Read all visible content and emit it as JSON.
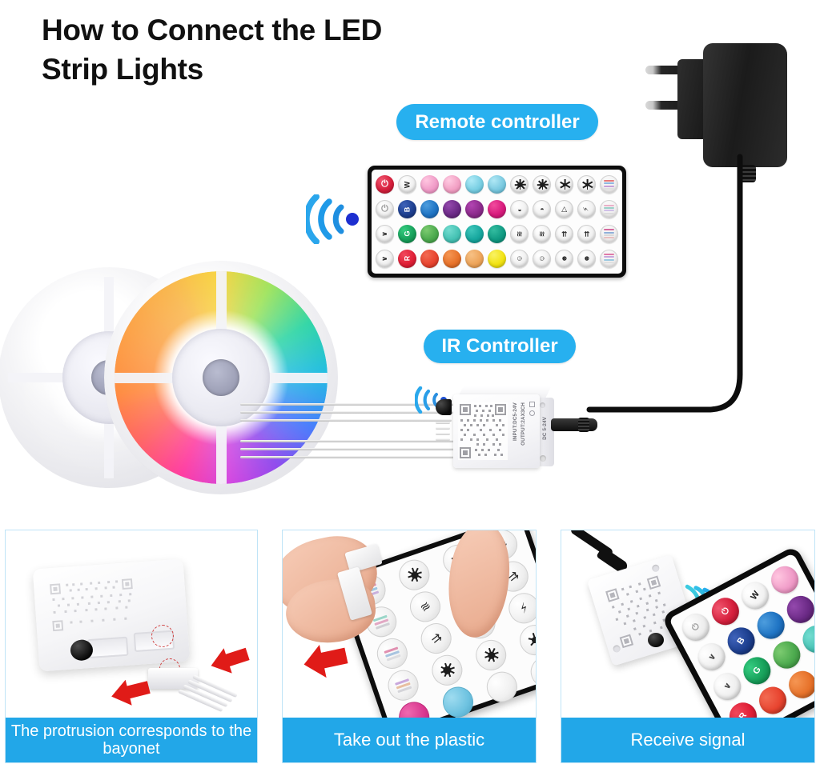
{
  "page": {
    "title_line1": "How to Connect the LED",
    "title_line2": "Strip Lights",
    "background": "#ffffff",
    "accent_blue": "#27b0ef",
    "caption_blue": "#22a7e8"
  },
  "labels": {
    "remote_controller": "Remote controller",
    "ir_controller": "IR Controller"
  },
  "ir_controller_box": {
    "input_text": "INPUT:DC5-24V",
    "output_text": "OUTPUT:2AX3CH",
    "jack_text": "DC 5-24V",
    "receiver_icon": "ir-receiver-dome-icon",
    "qr_icon": "qr-code-icon"
  },
  "power_adapter": {
    "icon": "eu-power-plug-icon",
    "color": "#1b1b1b"
  },
  "led_reels": [
    {
      "name": "reel-left"
    },
    {
      "name": "reel-right"
    }
  ],
  "signal_icons": {
    "remote_signal": "wifi-signal-waves-icon",
    "ir_signal": "ir-signal-waves-icon",
    "signal_color": "#1d7ee8",
    "ir_signal_color": "#27b0ef"
  },
  "remote": {
    "rows": 4,
    "cols": 11,
    "colors": [
      [
        "#d61f3c",
        "#ffffff",
        "#f09cc8",
        "#f2a0c4",
        "#79cfe3",
        "#7ac9e0",
        "fn-bright-up",
        "fn-bright-up2",
        "fn-bright-dn",
        "fn-bright-dn2",
        "mode-a"
      ],
      [
        "#e2e2e2",
        "#1d3f8f",
        "#1f74c4",
        "#6b2a86",
        "#8b2a8b",
        "#d71a7c",
        "fn-dim1",
        "fn-dim2",
        "fn-dim3",
        "fn-dim4",
        "mode-b"
      ],
      [
        "#f0f0f0",
        "#17a05a",
        "#4caa4e",
        "#45c2b4",
        "#16a79e",
        "#0f9a82",
        "fn-fn1",
        "fn-fn2",
        "fn-fn3",
        "fn-fn4",
        "mode-c"
      ],
      [
        "#f0f0f0",
        "#e01f36",
        "#e8442f",
        "#e7722a",
        "#eda45a",
        "#f2e313",
        "fn-face1",
        "fn-face2",
        "fn-face3",
        "fn-face4",
        "mode-d"
      ]
    ],
    "key_labels": {
      "power": "power-icon",
      "w": "W",
      "b": "B",
      "g": "G",
      "r": "R",
      "off": "off-icon",
      "vol_down": "brightness-down-icon",
      "vol_up": "brightness-up-icon"
    }
  },
  "panels": [
    {
      "name": "panel-protrusion",
      "caption": "The protrusion corresponds to the bayonet",
      "elements": [
        "controller-box",
        "qr-code-icon",
        "ir-receiver-dome-icon",
        "4pin-connector",
        "red-arrow-icon",
        "dashed-highlight-circle"
      ]
    },
    {
      "name": "panel-plastic",
      "caption": "Take out the plastic",
      "elements": [
        "hand-icon",
        "remote-control",
        "plastic-battery-tab",
        "red-arrow-icon"
      ]
    },
    {
      "name": "panel-receive",
      "caption": "Receive signal",
      "elements": [
        "ir-controller-box",
        "qr-code-icon",
        "power-cable",
        "ir-signal-waves-icon",
        "remote-control"
      ]
    }
  ]
}
